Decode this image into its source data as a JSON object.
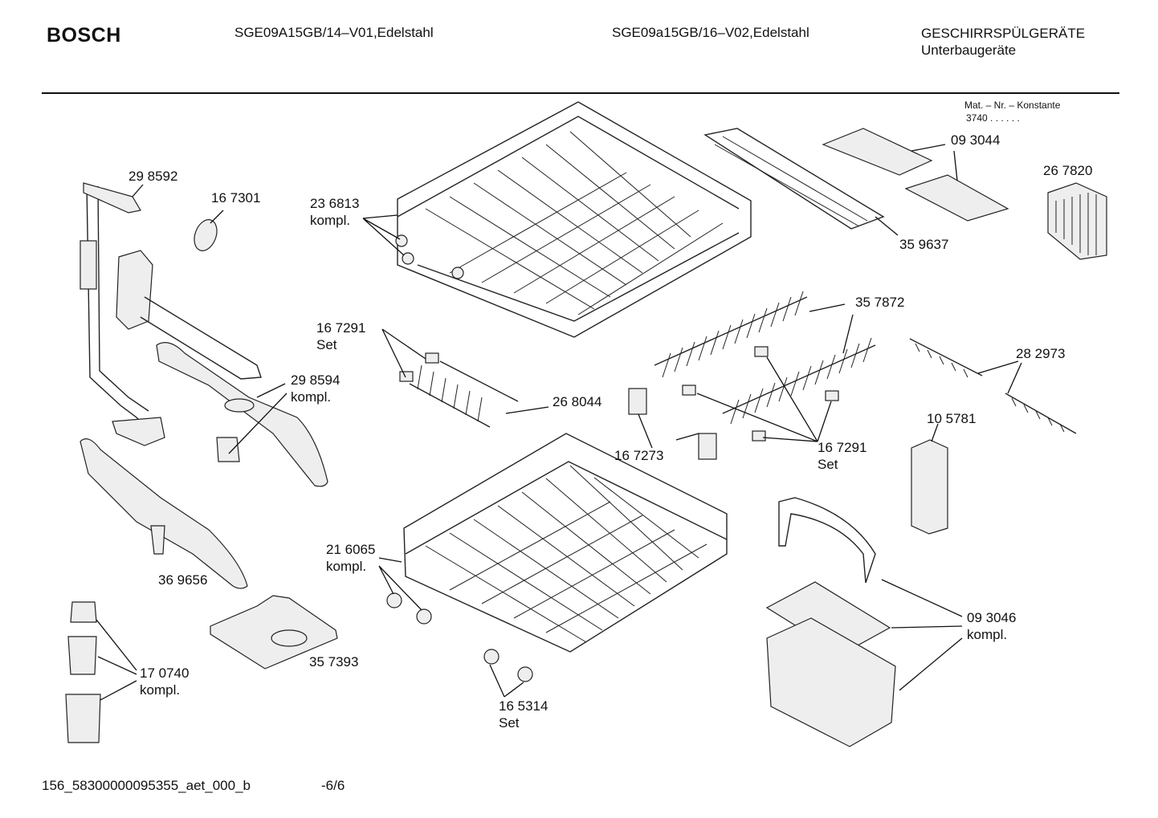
{
  "header": {
    "brand": "BOSCH",
    "model_left": "SGE09A15GB/14–V01,Edelstahl",
    "model_right": "SGE09a15GB/16–V02,Edelstahl",
    "category_line1": "GESCHIRRSPÜLGERÄTE",
    "category_line2": "Unterbaugeräte"
  },
  "mat_note": {
    "line1": "Mat. – Nr. – Konstante",
    "line2": "3740  .  .    .  .  .  ."
  },
  "labels": {
    "p298592": "29 8592",
    "p167301": "16 7301",
    "p236813": "23 6813",
    "p236813_sub": "kompl.",
    "p093044": "09 3044",
    "p267820": "26 7820",
    "p359637": "35 9637",
    "p357872": "35 7872",
    "p167291a": "16 7291",
    "p167291a_sub": "Set",
    "p298594": "29 8594",
    "p298594_sub": "kompl.",
    "p268044": "26 8044",
    "p282973": "28 2973",
    "p105781": "10 5781",
    "p167273": "16 7273",
    "p167291b": "16 7291",
    "p167291b_sub": "Set",
    "p216065": "21 6065",
    "p216065_sub": "kompl.",
    "p369656": "36  9656",
    "p093046": "09 3046",
    "p093046_sub": "kompl.",
    "p357393": "35 7393",
    "p170740": "17 0740",
    "p170740_sub": "kompl.",
    "p165314": "16 5314",
    "p165314_sub": "Set"
  },
  "footer": {
    "doc_id": "156_58300000095355_aet_000_b",
    "page": "-6/6"
  }
}
